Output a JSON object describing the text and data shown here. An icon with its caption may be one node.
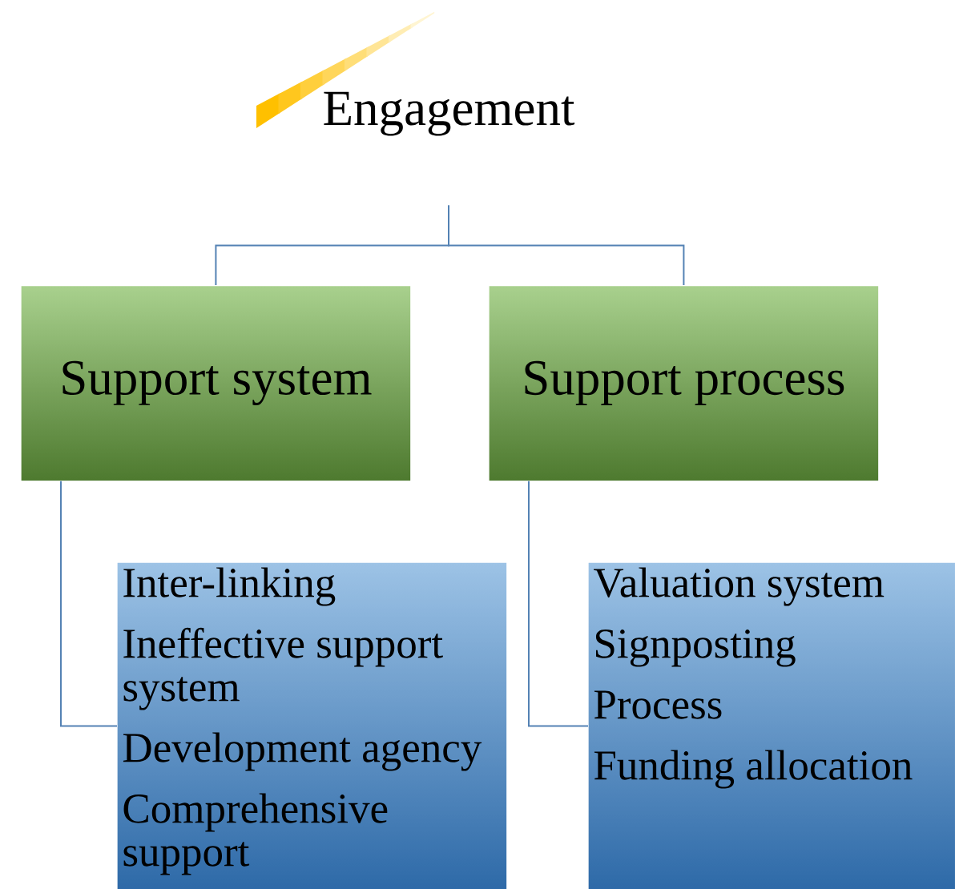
{
  "diagram": {
    "nodes": [
      {
        "text": [
          "Engagement"
        ]
      },
      {
        "text": [
          "Support system"
        ]
      },
      {
        "text": [
          "Support process"
        ]
      },
      {
        "text": [
          "Inter-linking",
          "Ineffective support system",
          "Development agency",
          "Comprehensive support"
        ]
      },
      {
        "text": [
          "Valuation system",
          "Signposting",
          "Process",
          "Funding allocation"
        ]
      }
    ],
    "edges": [
      {
        "from": 0,
        "to": 1,
        "arrow": "none"
      },
      {
        "from": 0,
        "to": 2,
        "arrow": "none"
      },
      {
        "from": 1,
        "to": 3,
        "arrow": "none"
      },
      {
        "from": 2,
        "to": 4,
        "arrow": "none"
      }
    ]
  }
}
